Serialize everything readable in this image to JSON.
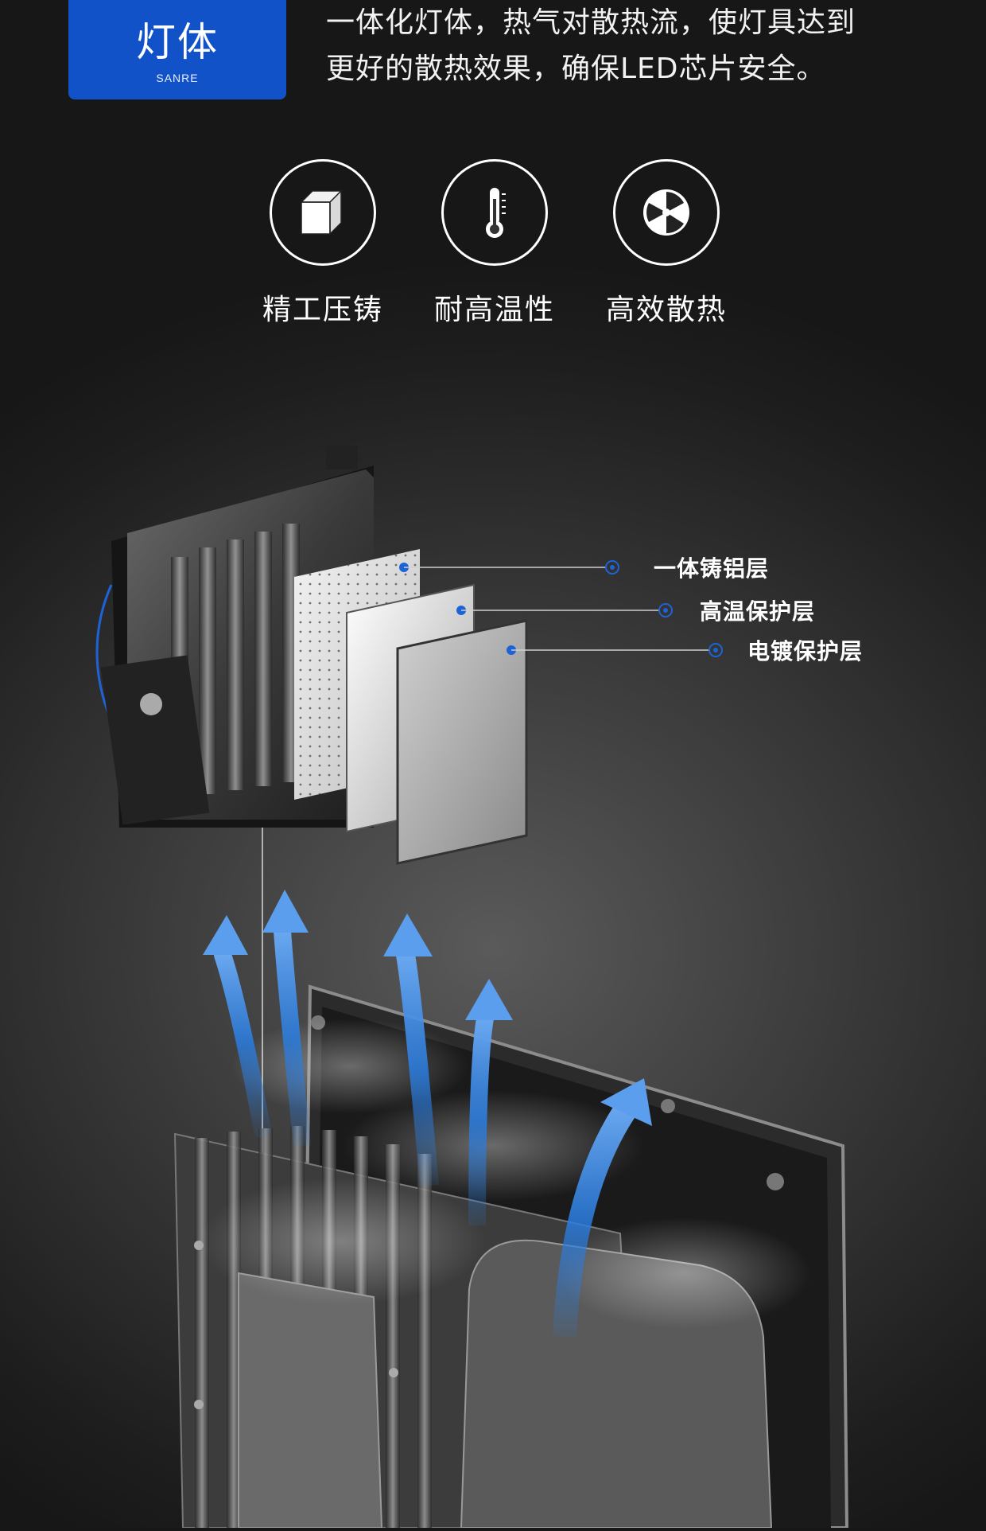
{
  "badge": {
    "title": "灯体",
    "subtitle": "SANRE"
  },
  "intro": {
    "line1": "一体化灯体，热气对散热流，使灯具达到",
    "line2": "更好的散热效果，确保LED芯片安全。"
  },
  "features": [
    {
      "label": "精工压铸",
      "icon": "cube-icon"
    },
    {
      "label": "耐高温性",
      "icon": "thermometer-icon"
    },
    {
      "label": "高效散热",
      "icon": "fan-icon"
    }
  ],
  "layers": [
    {
      "label": "一体铸铝层"
    },
    {
      "label": "高温保护层"
    },
    {
      "label": "电镀保护层"
    }
  ],
  "colors": {
    "accent": "#1252c9",
    "arrow": "#2a7de1",
    "background": "#2a2a2a"
  }
}
